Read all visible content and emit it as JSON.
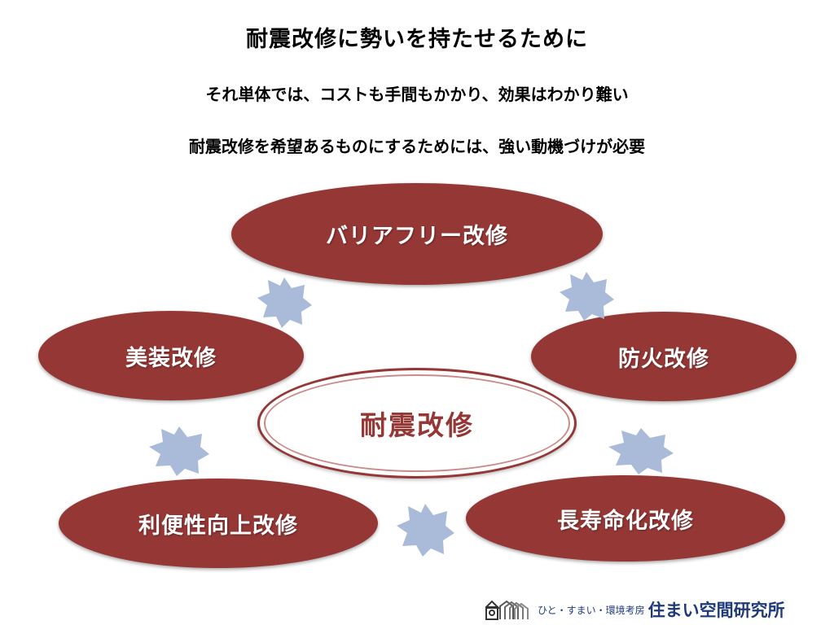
{
  "header": {
    "title": "耐震改修に勢いを持たせるために",
    "line1": "それ単体では、コストも手間もかかり、効果はわかり難い",
    "line2": "耐震改修を希望あるものにするためには、強い動機づけが必要"
  },
  "diagram": {
    "center": "耐震改修",
    "nodes": {
      "top": "バリアフリー改修",
      "left": "美装改修",
      "right": "防火改修",
      "bottom_left": "利便性向上改修",
      "bottom_right": "長寿命化改修"
    },
    "colors": {
      "node_fill": "#953735",
      "center_text": "#953735",
      "star_fill": "#a9bbd9"
    }
  },
  "footer": {
    "tagline": "ひと・すまい・環境考房",
    "brand": "住まい空間研究所"
  }
}
